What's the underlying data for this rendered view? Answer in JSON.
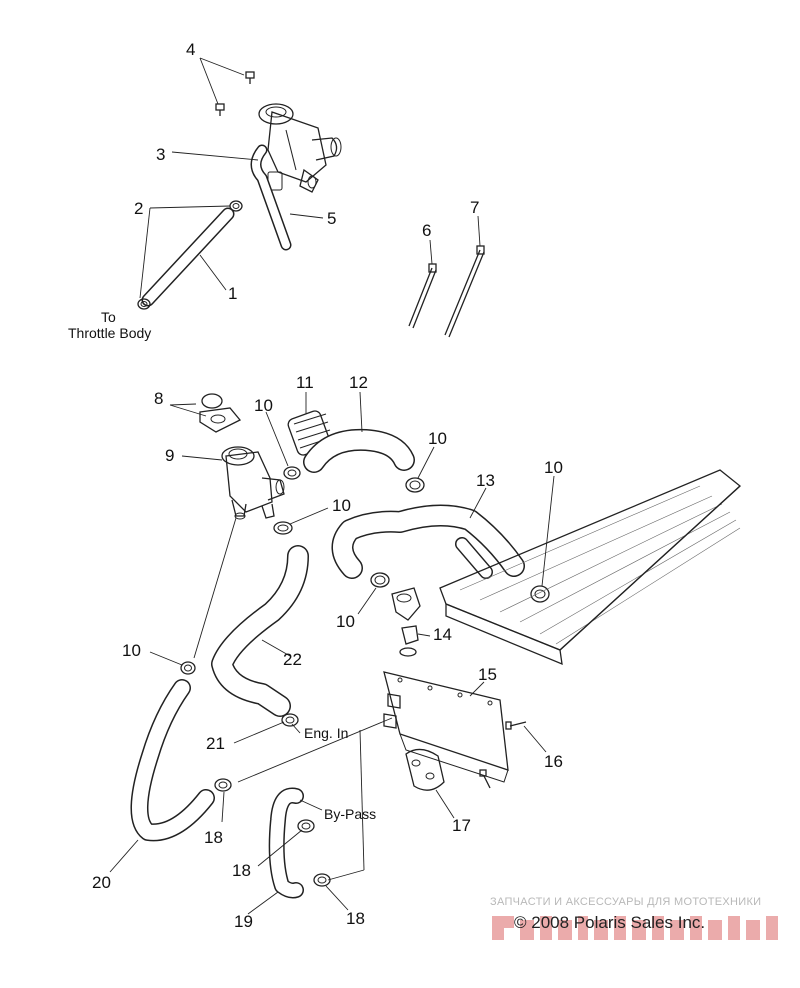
{
  "callouts": {
    "c1": "1",
    "c2": "2",
    "c3": "3",
    "c4": "4",
    "c5": "5",
    "c6": "6",
    "c7": "7",
    "c8": "8",
    "c9": "9",
    "c10": "10",
    "c11": "11",
    "c12": "12",
    "c13": "13",
    "c14": "14",
    "c15": "15",
    "c16": "16",
    "c17": "17",
    "c18": "18",
    "c19": "19",
    "c20": "20",
    "c21": "21",
    "c22": "22"
  },
  "notes": {
    "to": "To",
    "throttle_body": "Throttle Body",
    "eng_in": "Eng. In",
    "by_pass": "By-Pass"
  },
  "watermark": {
    "tagline": "ЗАПЧАСТИ И АКСЕССУАРЫ ДЛЯ МОТОТЕХНИКИ"
  },
  "copyright": "© 2008 Polaris Sales Inc.",
  "colors": {
    "line": "#222222",
    "watermark_red": "#e9a3a3",
    "watermark_gray": "#b8b8b8"
  }
}
